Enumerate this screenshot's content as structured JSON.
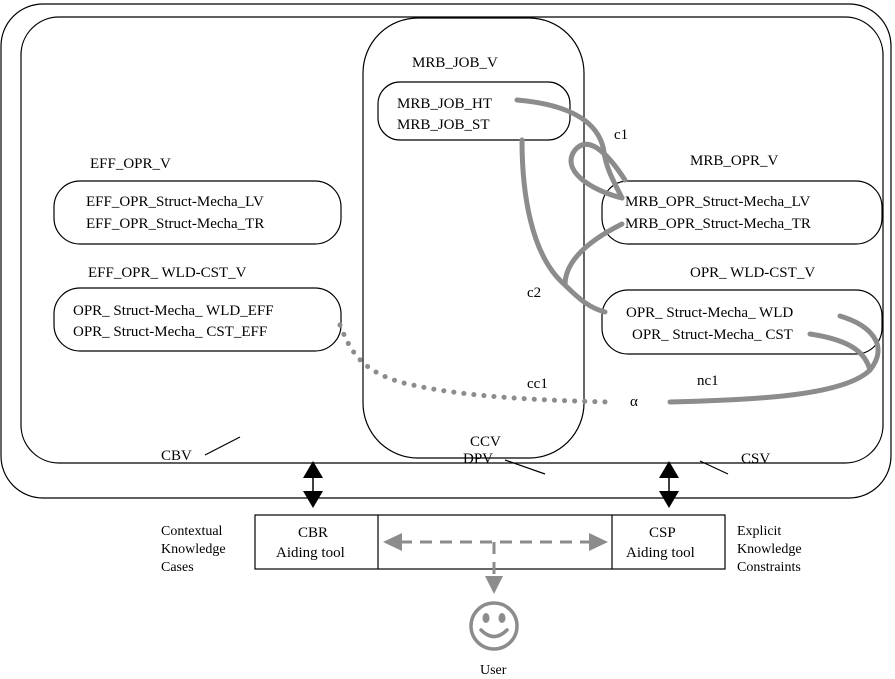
{
  "views": {
    "mrb_job_v": "MRB_JOB_V",
    "eff_opr_v": "EFF_OPR_V",
    "eff_opr_wld_cst_v": "EFF_OPR_ WLD-CST_V",
    "mrb_opr_v": "MRB_OPR_V",
    "opr_wld_cst_v": "OPR_ WLD-CST_V",
    "ccv": "CCV",
    "cbv": "CBV",
    "dpv": "DPV",
    "csv": "CSV"
  },
  "boxes": {
    "mrb_job": [
      "MRB_JOB_HT",
      "MRB_JOB_ST"
    ],
    "eff_opr": [
      "EFF_OPR_Struct-Mecha_LV",
      "EFF_OPR_Struct-Mecha_TR"
    ],
    "eff_opr_wld_cst": [
      "OPR_ Struct-Mecha_ WLD_EFF",
      "OPR_ Struct-Mecha_ CST_EFF"
    ],
    "mrb_opr": [
      "MRB_OPR_Struct-Mecha_LV",
      "MRB_OPR_Struct-Mecha_TR"
    ],
    "opr_wld_cst": [
      "OPR_ Struct-Mecha_ WLD",
      "OPR_ Struct-Mecha_ CST"
    ]
  },
  "connections": {
    "c1": "c1",
    "c2": "c2",
    "cc1": "cc1",
    "nc1": "nc1",
    "alpha": "α"
  },
  "tools": {
    "cbr": [
      "CBR",
      "Aiding tool"
    ],
    "csp": [
      "CSP",
      "Aiding tool"
    ]
  },
  "left_note": [
    "Contextual",
    "Knowledge",
    "Cases"
  ],
  "right_note": [
    "Explicit",
    "Knowledge",
    "Constraints"
  ],
  "user": {
    "label": "User",
    "icon": "smiley-face-icon"
  },
  "colors": {
    "connector": "#8c8c8c",
    "outline": "#000000"
  }
}
